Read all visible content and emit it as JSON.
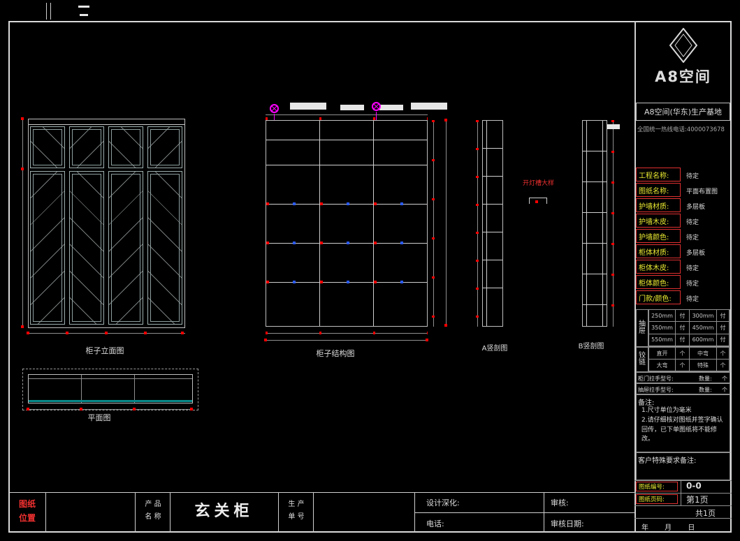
{
  "colors": {
    "background": "#000000",
    "line_white": "#d9d9d9",
    "dimension_red": "#ff0000",
    "marker_blue": "#2b5bff",
    "section_magenta": "#ff00ff",
    "label_yellow": "#e8e832",
    "plan_teal": "#0a8a8a"
  },
  "drawing": {
    "labels": {
      "elevation": "柜子立面图",
      "structure": "柜子结构图",
      "section_a": "A竖剖图",
      "section_b": "B竖剖图",
      "plan": "平面图",
      "light_slot_detail": "开灯槽大样"
    }
  },
  "titleblock": {
    "logo_text": "A8空间",
    "company": "A8空间(华东)生产基地",
    "hotline": "全国统一热线电话:4000073678",
    "fields": [
      {
        "label": "工程名称:",
        "value": "待定"
      },
      {
        "label": "图纸名称:",
        "value": "平面布置图"
      },
      {
        "label": "护墙材质:",
        "value": "多层板"
      },
      {
        "label": "护墙木皮:",
        "value": "待定"
      },
      {
        "label": "护墙颜色:",
        "value": "待定"
      },
      {
        "label": "柜体材质:",
        "value": "多层板"
      },
      {
        "label": "柜体木皮:",
        "value": "待定"
      },
      {
        "label": "柜体颜色:",
        "value": "待定"
      },
      {
        "label": "门款/颜色:",
        "value": "待定"
      }
    ],
    "drawer": {
      "label": "抽屉",
      "rows": [
        [
          "250mm",
          "付",
          "300mm",
          "付"
        ],
        [
          "350mm",
          "付",
          "450mm",
          "付"
        ],
        [
          "550mm",
          "付",
          "600mm",
          "付"
        ]
      ]
    },
    "hinge": {
      "label": "铰链",
      "rows": [
        [
          "直开",
          "个",
          "中弯",
          "个"
        ],
        [
          "大弯",
          "个",
          "特殊",
          "个"
        ]
      ]
    },
    "handle_rows": [
      {
        "label": "柜门拉手型号:",
        "qty": "数量:",
        "unit": "个"
      },
      {
        "label": "抽屉拉手型号:",
        "qty": "数量:",
        "unit": "个"
      }
    ],
    "notes_title": "备注:",
    "notes": [
      "1.尺寸单位为毫米",
      "2.请仔细核对图纸并签字确认回传，已下单图纸将不能修改。"
    ],
    "customer_notes_title": "客户特殊要求备注:",
    "sheet_no_label": "图纸编号:",
    "sheet_no": "0-0",
    "page_label": "图纸页码:",
    "page": "第1页",
    "total_pages": "共1页",
    "date": "年 月 日"
  },
  "bottombar": {
    "position_line1": "图纸",
    "position_line2": "位置",
    "product_label_line1": "产 品",
    "product_label_line2": "名 称",
    "product_name": "玄关柜",
    "order_label_line1": "生 产",
    "order_label_line2": "单 号",
    "design_label": "设计深化:",
    "phone_label": "电话:",
    "review_label": "审核:",
    "review_date_label": "审核日期:"
  }
}
